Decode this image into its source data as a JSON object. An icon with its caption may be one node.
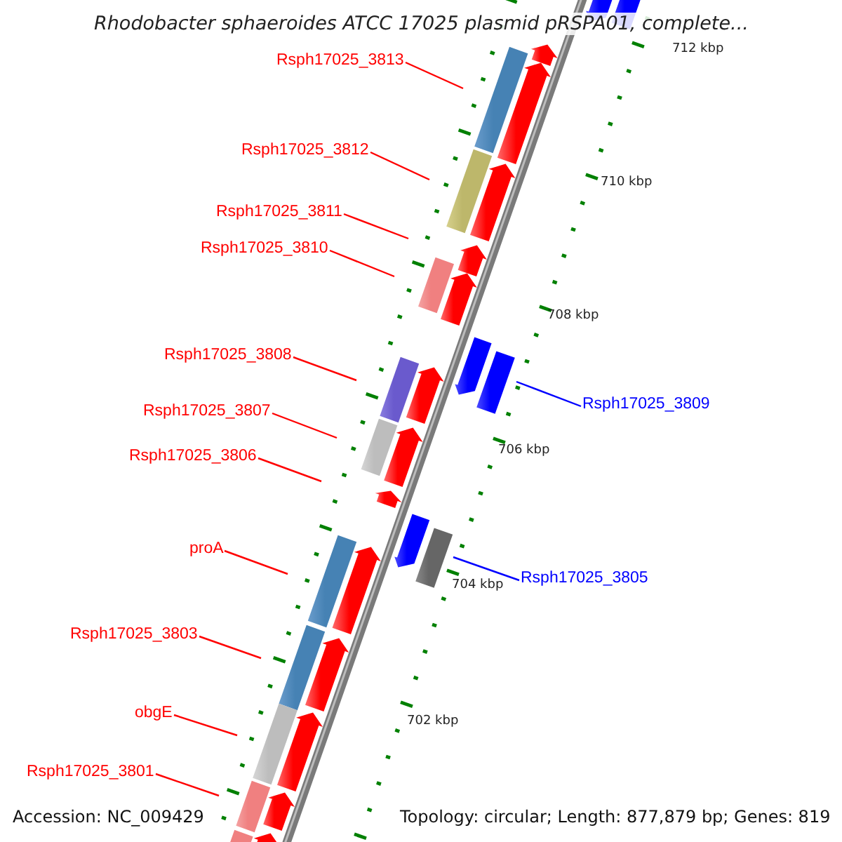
{
  "diagram": {
    "title": "Rhodobacter sphaeroides ATCC 17025 plasmid pRSPA01, complete...",
    "nodes": [
      {
        "text": [
          "Rsph17025_3813"
        ]
      },
      {
        "text": [
          "Rsph17025_3812"
        ]
      },
      {
        "text": [
          "Rsph17025_3811"
        ]
      },
      {
        "text": [
          "Rsph17025_3810"
        ]
      },
      {
        "text": [
          "Rsph17025_3808"
        ]
      },
      {
        "text": [
          "Rsph17025_3809"
        ]
      },
      {
        "text": [
          "Rsph17025_3807"
        ]
      },
      {
        "text": [
          "Rsph17025_3806"
        ]
      },
      {
        "text": [
          "proA"
        ]
      },
      {
        "text": [
          "Rsph17025_3805"
        ]
      },
      {
        "text": [
          "Rsph17025_3803"
        ]
      },
      {
        "text": [
          "obgE"
        ]
      },
      {
        "text": [
          "Rsph17025_3801"
        ]
      }
    ],
    "edges": [
      {
        "from": 0,
        "to": null,
        "arrow": "none"
      },
      {
        "from": 1,
        "to": null,
        "arrow": "none"
      },
      {
        "from": 2,
        "to": null,
        "arrow": "none"
      },
      {
        "from": 3,
        "to": null,
        "arrow": "none"
      },
      {
        "from": 4,
        "to": null,
        "arrow": "none"
      },
      {
        "from": 5,
        "to": null,
        "arrow": "none",
        "color": "#0000ff"
      },
      {
        "from": 6,
        "to": null,
        "arrow": "none"
      },
      {
        "from": 7,
        "to": null,
        "arrow": "none"
      },
      {
        "from": 8,
        "to": null,
        "arrow": "none"
      },
      {
        "from": 9,
        "to": null,
        "arrow": "none",
        "color": "#0000ff"
      },
      {
        "from": 10,
        "to": null,
        "arrow": "none"
      },
      {
        "from": 11,
        "to": null,
        "arrow": "none"
      },
      {
        "from": 12,
        "to": null,
        "arrow": "none"
      }
    ],
    "labels": [
      "712 kbp",
      "710 kbp",
      "708 kbp",
      "706 kbp",
      "704 kbp",
      "702 kbp",
      "Accession: NC_009429",
      "Topology: circular; Length: 877,879 bp; Genes: 819"
    ]
  }
}
